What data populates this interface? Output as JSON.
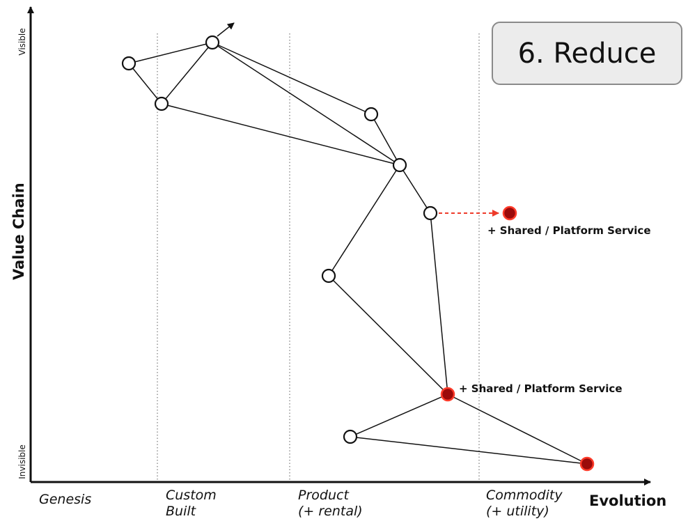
{
  "title": "6. Reduce",
  "axes": {
    "y_label": "Value Chain",
    "y_top": "Visible",
    "y_bottom": "Invisible",
    "x_label": "Evolution"
  },
  "stages": [
    {
      "line1": "Genesis",
      "line2": ""
    },
    {
      "line1": "Custom",
      "line2": "Built"
    },
    {
      "line1": "Product",
      "line2": "(+ rental)"
    },
    {
      "line1": "Commodity",
      "line2": "(+ utility)"
    }
  ],
  "annotations": {
    "upper": "+ Shared / Platform Service",
    "lower": "+ Shared / Platform Service"
  },
  "colors": {
    "node_fill": "#ffffff",
    "node_stroke": "#111111",
    "highlight_fill": "#9b0a0a",
    "highlight_stroke": "#ff3b2a",
    "arrow_dashed": "#ee3b2b"
  }
}
